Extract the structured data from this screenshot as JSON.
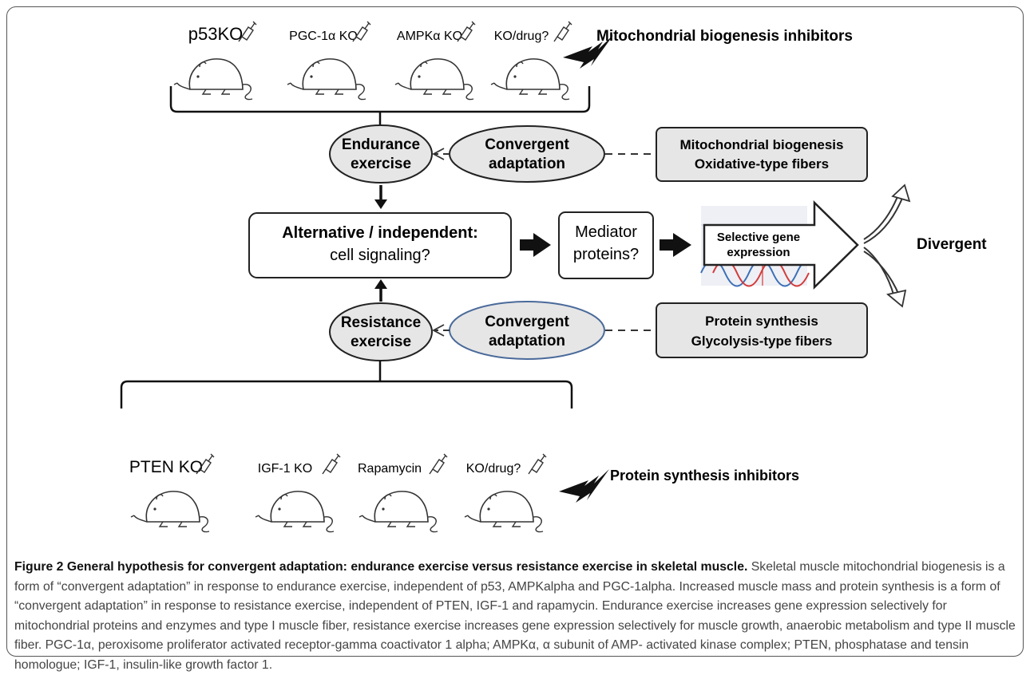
{
  "mice_top": {
    "items": [
      "p53KO",
      "PGC-1α KO",
      "AMPKα KO",
      "KO/drug?"
    ],
    "inhibitor_label": "Mitochondrial biogenesis inhibitors"
  },
  "mice_bottom": {
    "items": [
      "PTEN KO",
      "IGF-1 KO",
      "Rapamycin",
      "KO/drug?"
    ],
    "inhibitor_label": "Protein synthesis inhibitors"
  },
  "endurance": {
    "line1": "Endurance",
    "line2": "exercise"
  },
  "resistance": {
    "line1": "Resistance",
    "line2": "exercise"
  },
  "convergent_top": {
    "line1": "Convergent",
    "line2": "adaptation"
  },
  "convergent_bottom": {
    "line1": "Convergent",
    "line2": "adaptation"
  },
  "outcome_top": {
    "line1": "Mitochondrial biogenesis",
    "line2": "Oxidative-type fibers"
  },
  "outcome_bottom": {
    "line1": "Protein synthesis",
    "line2": "Glycolysis-type fibers"
  },
  "alternative": {
    "line1": "Alternative / independent:",
    "line2": "cell signaling?"
  },
  "mediator": {
    "line1": "Mediator",
    "line2": "proteins?"
  },
  "selective": {
    "line1": "Selective gene",
    "line2": "expression"
  },
  "divergent_label": "Divergent",
  "caption": {
    "title": "Figure 2 General hypothesis for convergent adaptation: endurance exercise versus resistance exercise in skeletal muscle.",
    "body": "Skeletal muscle mitochondrial biogenesis is a form of “convergent adaptation” in response to endurance exercise, independent of p53, AMPKalpha and PGC-1alpha. Increased muscle mass and protein synthesis is a form of “convergent adaptation” in response to resistance exercise, independent of PTEN, IGF-1 and rapamycin. Endurance exercise increases gene expression selectively for mitochondrial proteins and enzymes and type I muscle fiber, resistance exercise increases gene expression selectively for muscle growth, anaerobic metabolism and type II muscle fiber. PGC-1α, peroxisome proliferator activated receptor-gamma coactivator 1 alpha; AMPKα, α subunit of AMP- activated kinase complex; PTEN, phosphatase and tensin homologue; IGF-1, insulin-like growth factor 1."
  },
  "colors": {
    "node_fill": "#e6e6e6",
    "stroke": "#222222",
    "convergent_bottom_stroke": "#4a6a9a",
    "wave_blue": "#3b6fb6",
    "wave_red": "#d33a3a",
    "wave_bg": "#e8eaf0"
  }
}
